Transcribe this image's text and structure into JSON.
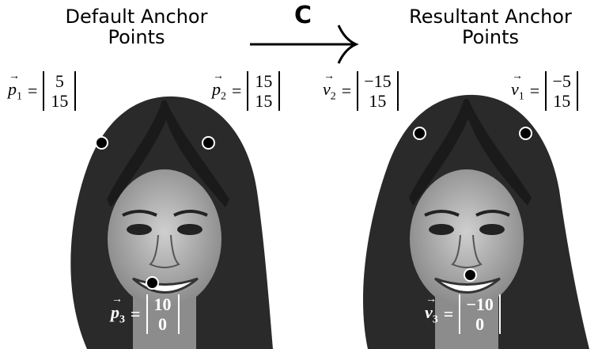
{
  "titles": {
    "default": "Default Anchor\nPoints",
    "resultant": "Resultant Anchor\nPoints"
  },
  "arrow": {
    "label": "C"
  },
  "equations": {
    "p1": {
      "symbol": "p",
      "sub": "1",
      "values": [
        "5",
        "15"
      ]
    },
    "p2": {
      "symbol": "p",
      "sub": "2",
      "values": [
        "15",
        "15"
      ]
    },
    "p3": {
      "symbol": "p",
      "sub": "3",
      "values": [
        "10",
        "0"
      ]
    },
    "v2": {
      "symbol": "v",
      "sub": "2",
      "values": [
        "−15",
        "15"
      ]
    },
    "v1": {
      "symbol": "v",
      "sub": "1",
      "values": [
        "−5",
        "15"
      ]
    },
    "v3": {
      "symbol": "v",
      "sub": "3",
      "values": [
        "−10",
        "0"
      ]
    }
  },
  "equals_sign": "="
}
